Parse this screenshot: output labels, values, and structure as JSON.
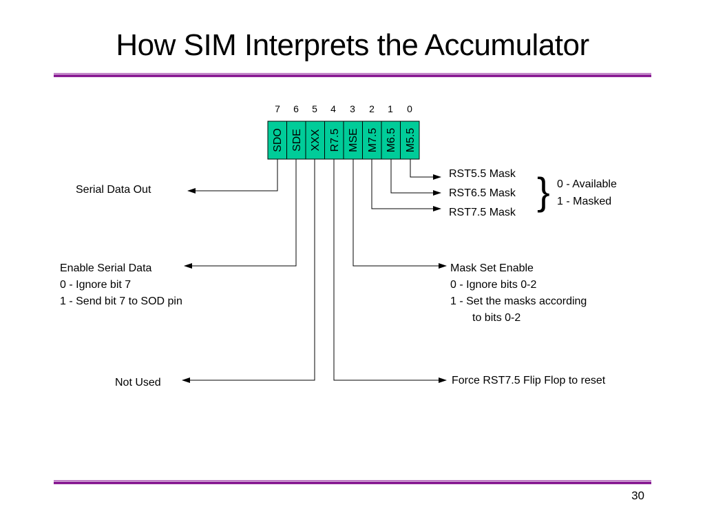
{
  "title": "How SIM Interprets the Accumulator",
  "page_number": "30",
  "colors": {
    "cell_fill": "#00cc99",
    "rule": "#8a1f95"
  },
  "bits": {
    "numbers": [
      "7",
      "6",
      "5",
      "4",
      "3",
      "2",
      "1",
      "0"
    ],
    "labels": [
      "SDO",
      "SDE",
      "XXX",
      "R7.5",
      "MSE",
      "M7.5",
      "M6.5",
      "M5.5"
    ]
  },
  "labels": {
    "serial_data_out": "Serial Data Out",
    "enable_serial_data": [
      "Enable Serial Data",
      "0 - Ignore bit 7",
      "1 - Send bit 7 to SOD pin"
    ],
    "not_used": "Not Used",
    "mask_set_enable": [
      "Mask Set Enable",
      "0 - Ignore bits 0-2",
      "1 - Set the masks according",
      "to bits 0-2"
    ],
    "force_rst": "Force RST7.5 Flip Flop to reset",
    "rst_masks": [
      "RST5.5 Mask",
      "RST6.5 Mask",
      "RST7.5 Mask"
    ],
    "brace": "}",
    "mask_values": [
      "0 - Available",
      "1 - Masked"
    ]
  }
}
